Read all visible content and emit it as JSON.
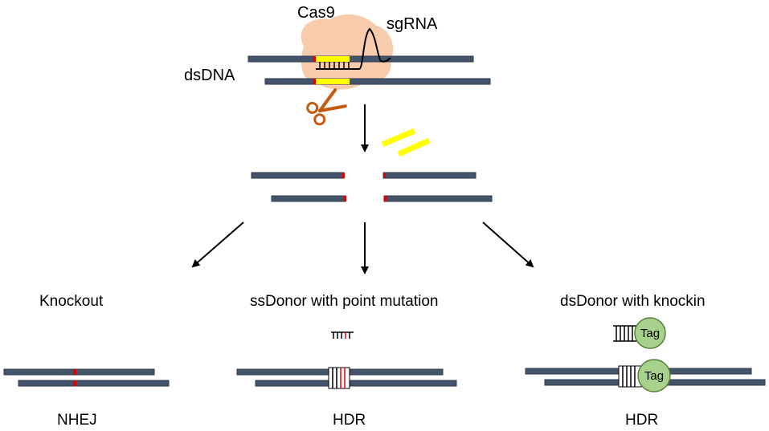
{
  "labels": {
    "cas9": "Cas9",
    "sgrna": "sgRNA",
    "dsdna": "dsDNA",
    "knockout": "Knockout",
    "ssdonor": "ssDonor with point mutation",
    "dsdonor": "dsDonor with knockin",
    "nhej": "NHEJ",
    "hdr_point": "HDR",
    "hdr_knockin": "HDR",
    "tag_donor": "Tag",
    "tag_integrated": "Tag"
  },
  "colors": {
    "dna_strand": "#44546a",
    "cas9_protein": "#f8cbad",
    "target_site": "#ffff00",
    "cut_mark": "#e00000",
    "tag": "#a9d18e",
    "scissors": "#c55a11"
  },
  "icons": {
    "scissors": "scissors-icon",
    "arrows": "arrow-icon"
  }
}
